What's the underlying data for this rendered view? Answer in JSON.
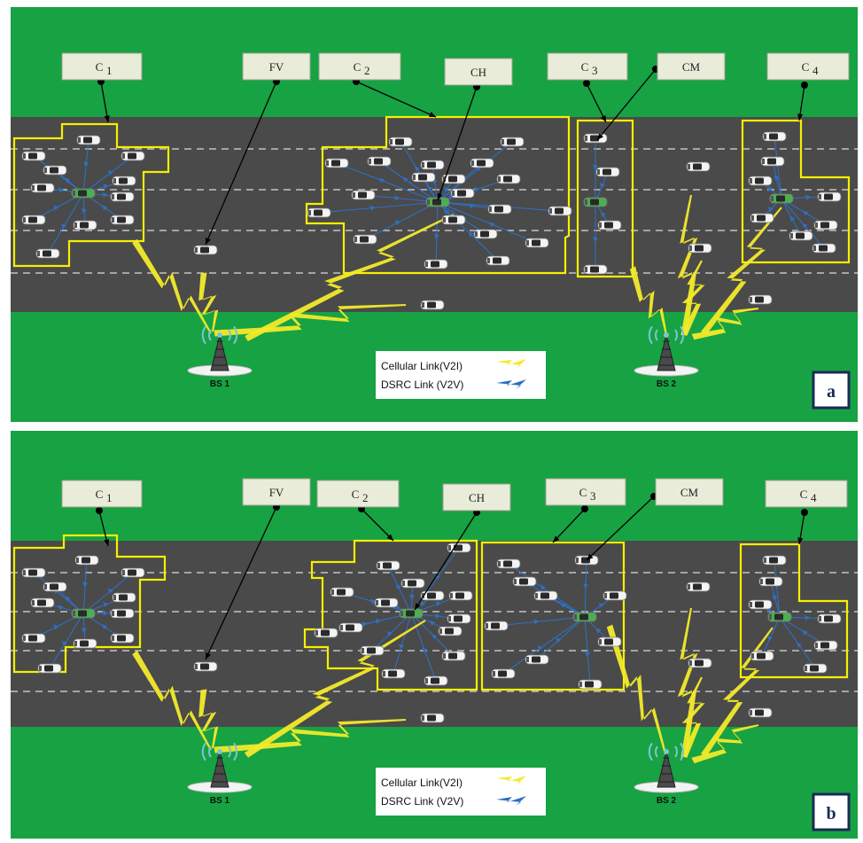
{
  "panels": [
    {
      "id": "a",
      "letter": "a",
      "labels": {
        "c1": "C",
        "c1_sub": "1",
        "fv": "FV",
        "c2": "C",
        "c2_sub": "2",
        "ch": "CH",
        "c3": "C",
        "c3_sub": "3",
        "cm": "CM",
        "c4": "C",
        "c4_sub": "4"
      },
      "base_stations": [
        "BS 1",
        "BS 2"
      ],
      "legend": {
        "cellular": "Cellular Link(V2I)",
        "dsrc": "DSRC Link (V2V)"
      }
    },
    {
      "id": "b",
      "letter": "b",
      "labels": {
        "c1": "C",
        "c1_sub": "1",
        "fv": "FV",
        "c2": "C",
        "c2_sub": "2",
        "ch": "CH",
        "c3": "C",
        "c3_sub": "3",
        "cm": "CM",
        "c4": "C",
        "c4_sub": "4"
      },
      "base_stations": [
        "BS 1",
        "BS 2"
      ],
      "legend": {
        "cellular": "Cellular Link(V2I)",
        "dsrc": "DSRC Link (V2V)"
      }
    }
  ],
  "colors": {
    "grass": "#17a243",
    "road": "#4a4a4a",
    "cluster_border": "#f4f000",
    "dsrc": "#2e6fc4",
    "cellular": "#f2ea2a",
    "label_box": "#e8ecd9",
    "cluster_head": "#4caf50"
  },
  "icons": {
    "vehicle": "car-icon",
    "tower": "cell-tower-icon"
  }
}
